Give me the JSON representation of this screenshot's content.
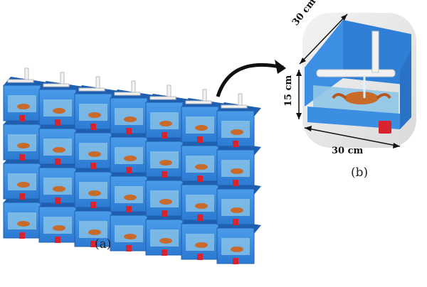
{
  "figure": {
    "panel_a_label": "(a)",
    "panel_b_label": "(b)",
    "dimension_top": "30 cm",
    "dimension_side": "15 cm",
    "dimension_bottom": "30 cm"
  },
  "colors": {
    "box_blue": "#3b8ee0",
    "box_dark": "#1f5fb0",
    "water": "#8fc7e8",
    "valve_red": "#d9232e",
    "pipe_white": "#f2f2f2",
    "crab": "#c86a2a"
  },
  "rack": {
    "columns": 7,
    "rows": 4
  }
}
